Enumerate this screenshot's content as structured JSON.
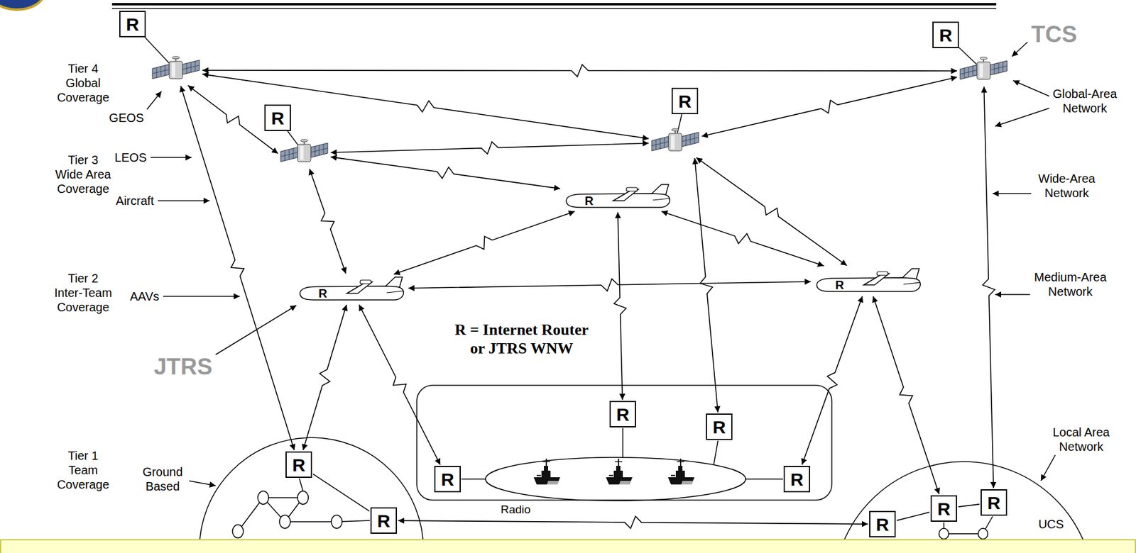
{
  "diagram": {
    "nodes": [
      {
        "text": [
          "R"
        ]
      },
      {
        "text": [
          "R"
        ]
      },
      {
        "text": [
          "R"
        ]
      },
      {
        "text": [
          "R"
        ]
      },
      {
        "text": [
          "R"
        ]
      },
      {
        "text": [
          "R"
        ]
      },
      {
        "text": [
          "R"
        ]
      },
      {
        "text": [
          "R"
        ]
      },
      {
        "text": [
          "R"
        ]
      },
      {
        "text": [
          "R"
        ]
      },
      {
        "text": [
          "R"
        ]
      },
      {
        "text": [
          "R"
        ]
      },
      {
        "text": [
          "R"
        ]
      },
      {
        "text": [
          "R"
        ]
      },
      {
        "text": [
          "R"
        ]
      },
      {
        "text": [
          "R"
        ]
      }
    ],
    "edges": [
      {
        "from": 0,
        "to": 1,
        "arrow": "both"
      },
      {
        "from": 0,
        "to": 3,
        "arrow": "both"
      },
      {
        "from": 0,
        "to": 2,
        "arrow": "both"
      },
      {
        "from": 0,
        "to": 9,
        "arrow": "both"
      },
      {
        "from": 2,
        "to": 3,
        "arrow": "both"
      },
      {
        "from": 2,
        "to": 4,
        "arrow": "both"
      },
      {
        "from": 2,
        "to": 5,
        "arrow": "both"
      },
      {
        "from": 3,
        "to": 1,
        "arrow": "both"
      },
      {
        "from": 3,
        "to": 8,
        "arrow": "both"
      },
      {
        "from": 3,
        "to": 6,
        "arrow": "both"
      },
      {
        "from": 4,
        "to": 5,
        "arrow": "both"
      },
      {
        "from": 4,
        "to": 7,
        "arrow": "both"
      },
      {
        "from": 4,
        "to": 6,
        "arrow": "both"
      },
      {
        "from": 5,
        "to": 6,
        "arrow": "both"
      },
      {
        "from": 5,
        "to": 9,
        "arrow": "both"
      },
      {
        "from": 5,
        "to": 10,
        "arrow": "both"
      },
      {
        "from": 6,
        "to": 11,
        "arrow": "both"
      },
      {
        "from": 6,
        "to": 13,
        "arrow": "both"
      },
      {
        "from": 1,
        "to": 12,
        "arrow": "both"
      },
      {
        "from": 14,
        "to": 15,
        "label": "Radio",
        "arrow": "both"
      },
      {
        "from": 9,
        "to": 14,
        "arrow": "none"
      },
      {
        "from": 13,
        "to": 12,
        "arrow": "none"
      },
      {
        "from": 13,
        "to": 15,
        "arrow": "none"
      }
    ],
    "labels": [
      "Tier 4 Global Coverage",
      "Tier 3 Wide Area Coverage",
      "Tier 2 Inter-Team Coverage",
      "Tier 1 Team Coverage",
      "GEOS",
      "LEOS",
      "Aircraft",
      "AAVs",
      "Ground Based",
      "JTRS",
      "TCS",
      "Global-Area Network",
      "Wide-Area Network",
      "Medium-Area Network",
      "Local Area Network",
      "R = Internet Router or JTRS WNW",
      "UCS"
    ]
  }
}
